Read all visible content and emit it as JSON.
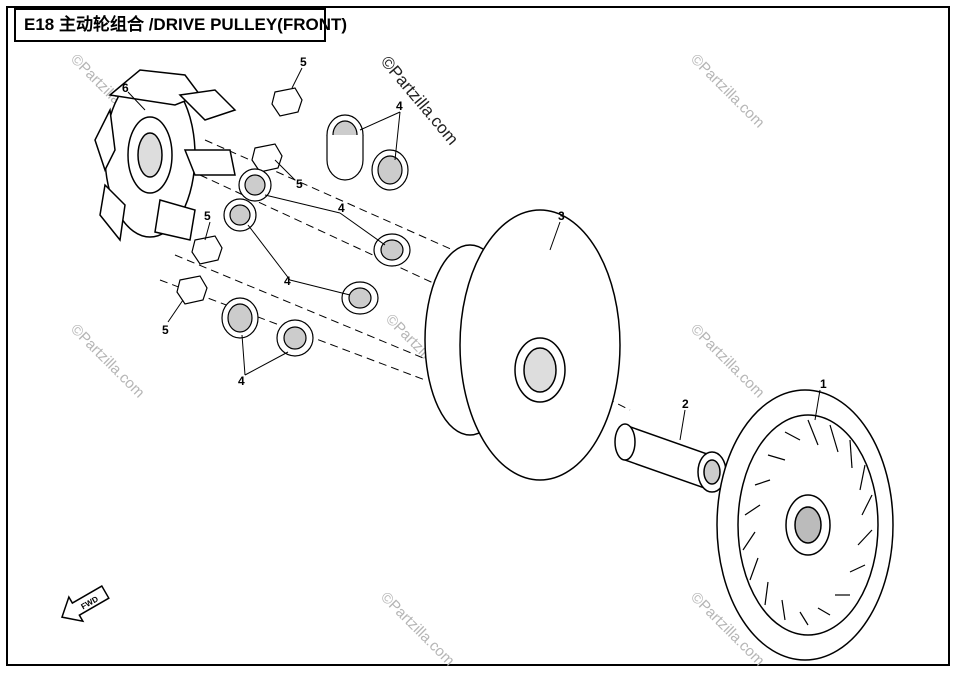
{
  "diagram": {
    "title": "E18 主动轮组合 /DRIVE PULLEY(FRONT)",
    "watermark_text": "©Partzilla.com",
    "arrow_label": "FWD",
    "callouts": {
      "c1": "1",
      "c2": "2",
      "c3": "3",
      "c4a": "4",
      "c4b": "4",
      "c4c": "4",
      "c4d": "4",
      "c5a": "5",
      "c5b": "5",
      "c5c": "5",
      "c5d": "5",
      "c6": "6"
    }
  }
}
